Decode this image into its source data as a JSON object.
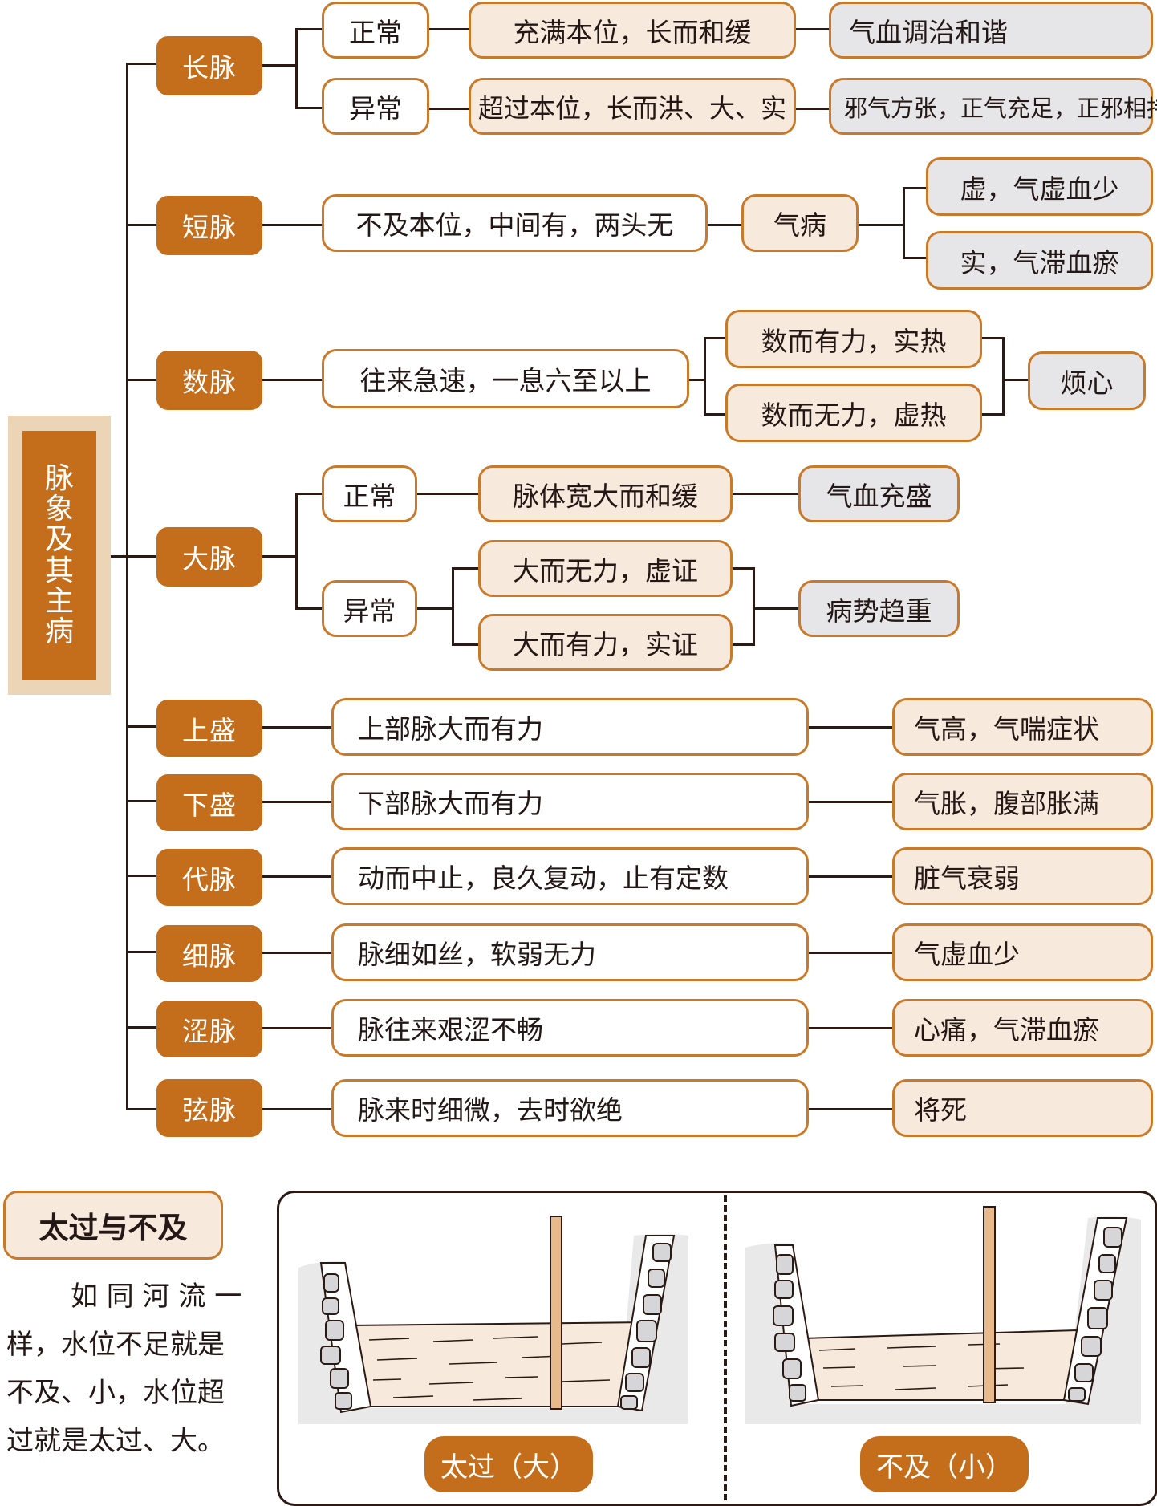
{
  "root": {
    "title_chars": [
      "脉",
      "象",
      "及",
      "其",
      "主",
      "病"
    ]
  },
  "categories": [
    {
      "label": "长脉",
      "branches": [
        {
          "label": "正常",
          "description": "充满本位，长而和缓",
          "result": "气血调治和谐"
        },
        {
          "label": "异常",
          "description": "超过本位，长而洪、大、实",
          "result": "邪气方张，正气充足，正邪相持"
        }
      ]
    },
    {
      "label": "短脉",
      "description": "不及本位，中间有，两头无",
      "middle": "气病",
      "results": [
        "虚，气虚血少",
        "实，气滞血瘀"
      ]
    },
    {
      "label": "数脉",
      "description": "往来急速，一息六至以上",
      "variants": [
        "数而有力，实热",
        "数而无力，虚热"
      ],
      "result": "烦心"
    },
    {
      "label": "大脉",
      "normal": {
        "label": "正常",
        "description": "脉体宽大而和缓",
        "result": "气血充盛"
      },
      "abnormal": {
        "label": "异常",
        "variants": [
          "大而无力，虚证",
          "大而有力，实证"
        ],
        "result": "病势趋重"
      }
    },
    {
      "label": "上盛",
      "description": "上部脉大而有力",
      "result": "气高，气喘症状"
    },
    {
      "label": "下盛",
      "description": "下部脉大而有力",
      "result": "气胀，腹部胀满"
    },
    {
      "label": "代脉",
      "description": "动而中止，良久复动，止有定数",
      "result": "脏气衰弱"
    },
    {
      "label": "细脉",
      "description": "脉细如丝，软弱无力",
      "result": "气虚血少"
    },
    {
      "label": "涩脉",
      "description": "脉往来艰涩不畅",
      "result": "心痛，气滞血瘀"
    },
    {
      "label": "弦脉",
      "description": "脉来时细微，去时欲绝",
      "result": "将死"
    }
  ],
  "sidebar_note": {
    "title": "太过与不及",
    "lines": [
      "如 同 河 流 一",
      "样，水位不足就是",
      "不及、小，水位超",
      "过就是太过、大。"
    ]
  },
  "illustration": {
    "left_caption": "太过（大）",
    "right_caption": "不及（小）",
    "left_water_level": "high",
    "right_water_level": "low"
  },
  "colors": {
    "accent": "#c46e1b",
    "border": "#c87a2a",
    "beige": "#f7e9db",
    "gray": "#e6e6e8",
    "root_frame": "#ecd4b6",
    "line": "#2b1a14"
  }
}
